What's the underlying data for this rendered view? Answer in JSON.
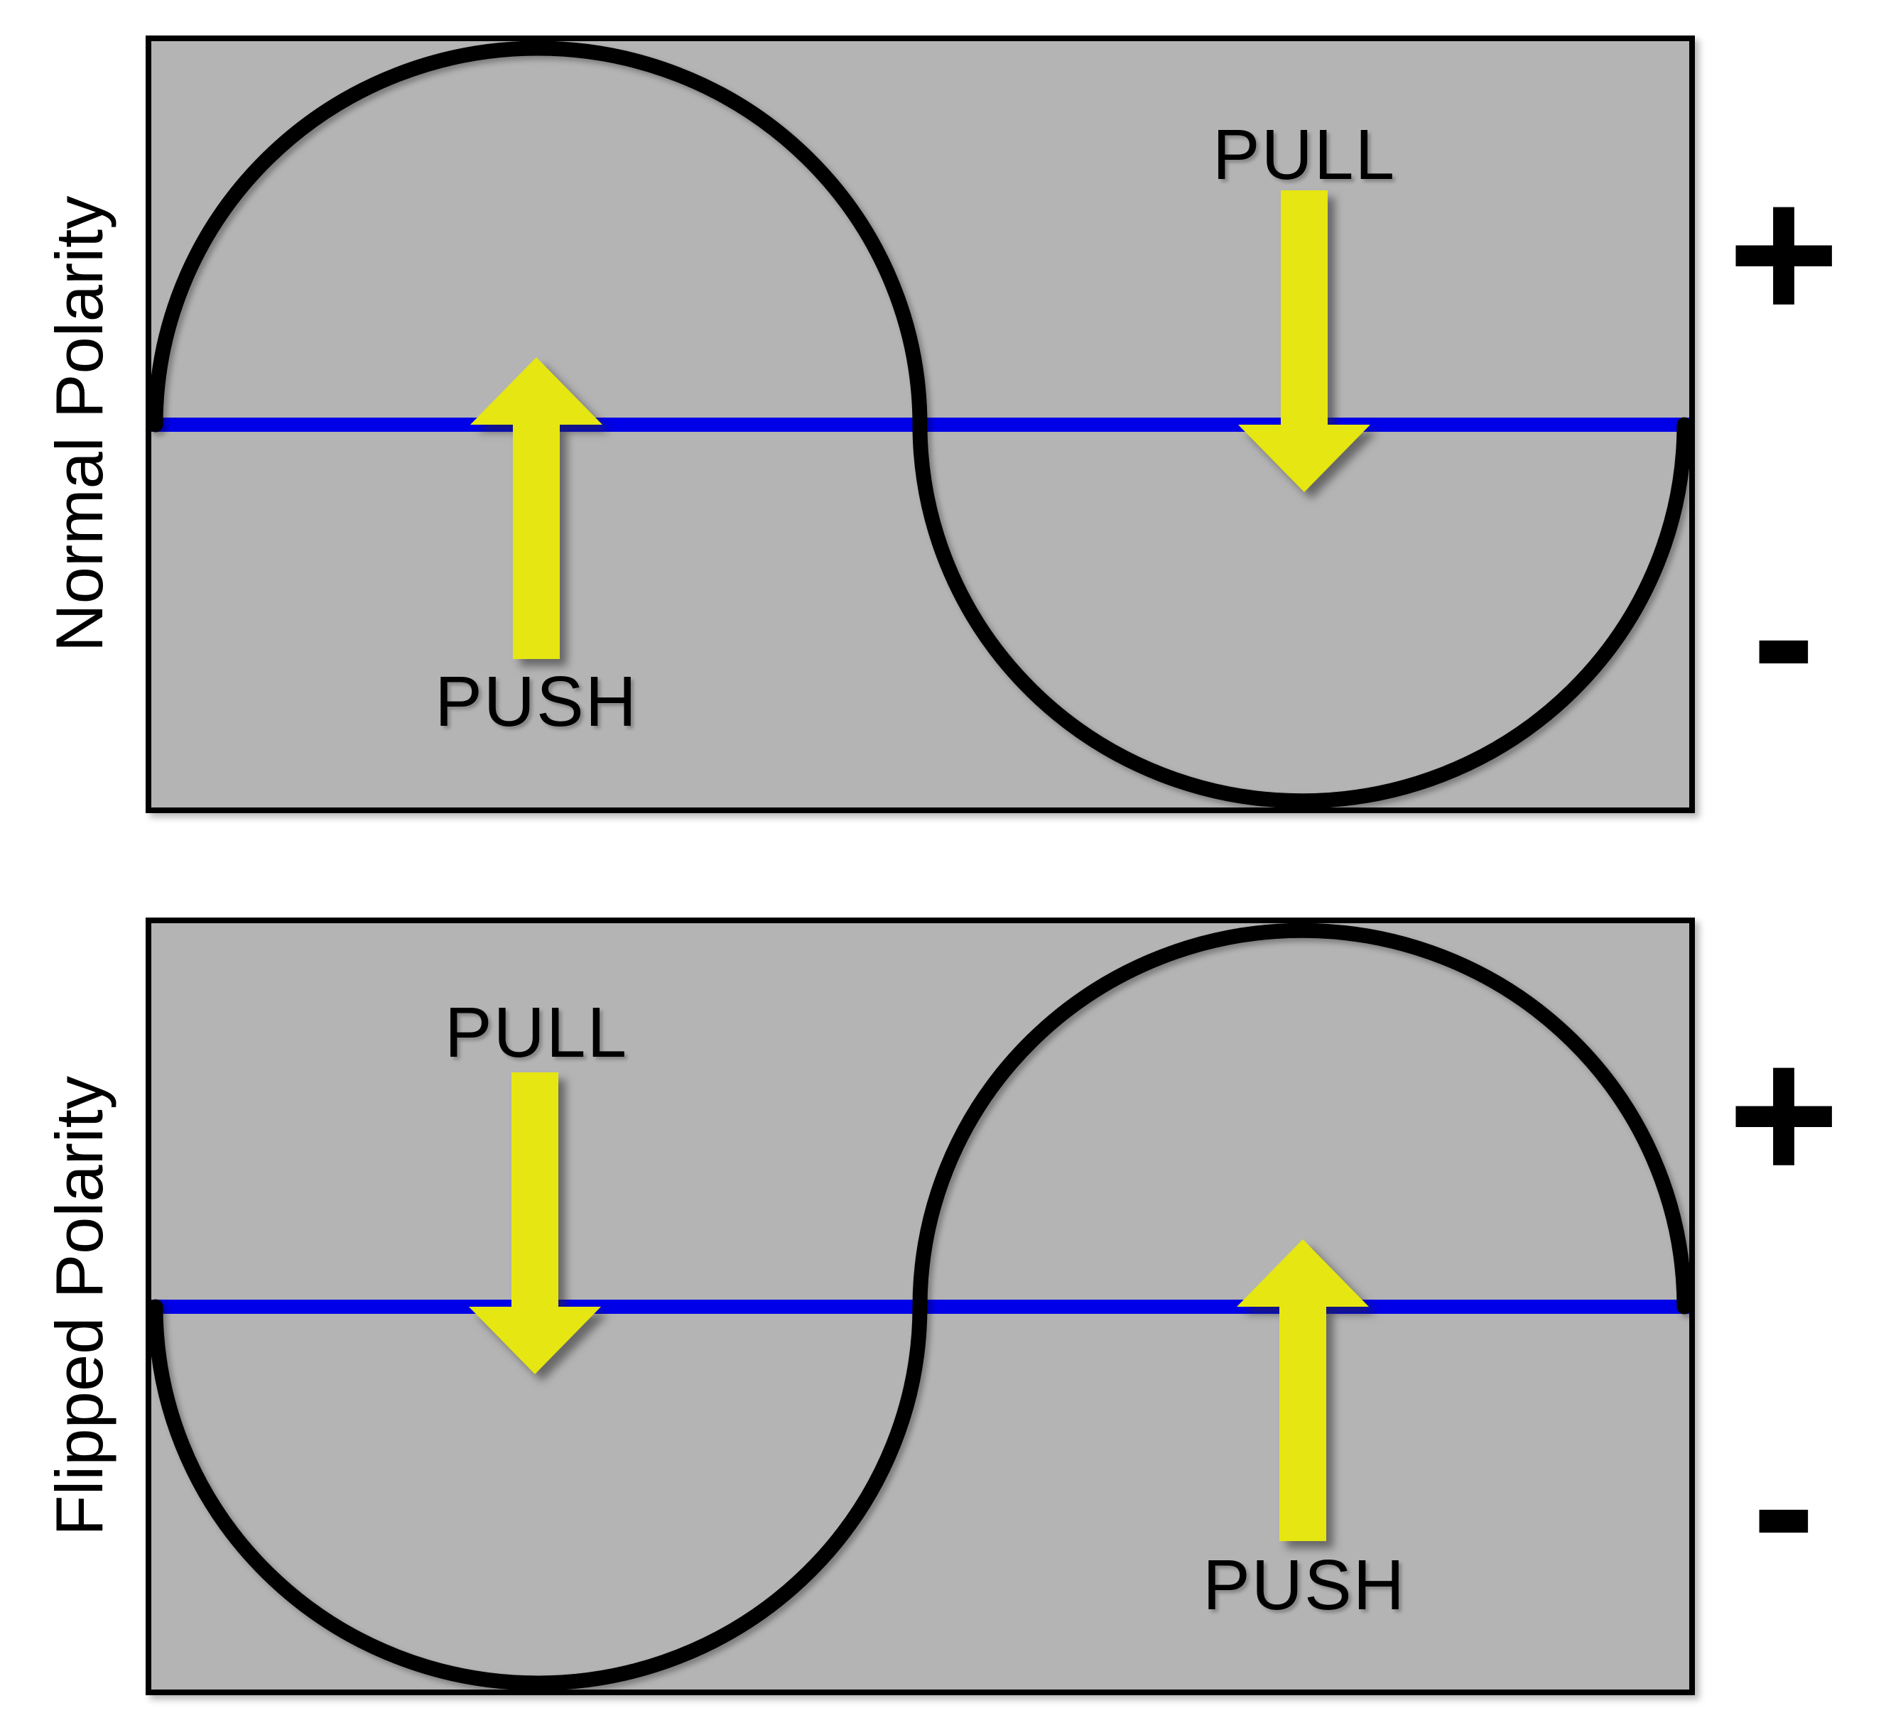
{
  "colors": {
    "bg": "#ffffff",
    "panel-fill": "#b4b4b4",
    "ink": "#000000",
    "zero-line": "#0000e8",
    "arrow-yellow": "#e6e612"
  },
  "panels": [
    {
      "side_label": "Normal Polarity",
      "plus_label": "+",
      "minus_label": "-",
      "waveform": "one sine cycle, positive half first",
      "arrows": [
        {
          "label": "PUSH",
          "direction": "up"
        },
        {
          "label": "PULL",
          "direction": "down"
        }
      ]
    },
    {
      "side_label": "Flipped Polarity",
      "plus_label": "+",
      "minus_label": "-",
      "waveform": "one sine cycle, negative half first",
      "arrows": [
        {
          "label": "PULL",
          "direction": "down"
        },
        {
          "label": "PUSH",
          "direction": "up"
        }
      ]
    }
  ]
}
